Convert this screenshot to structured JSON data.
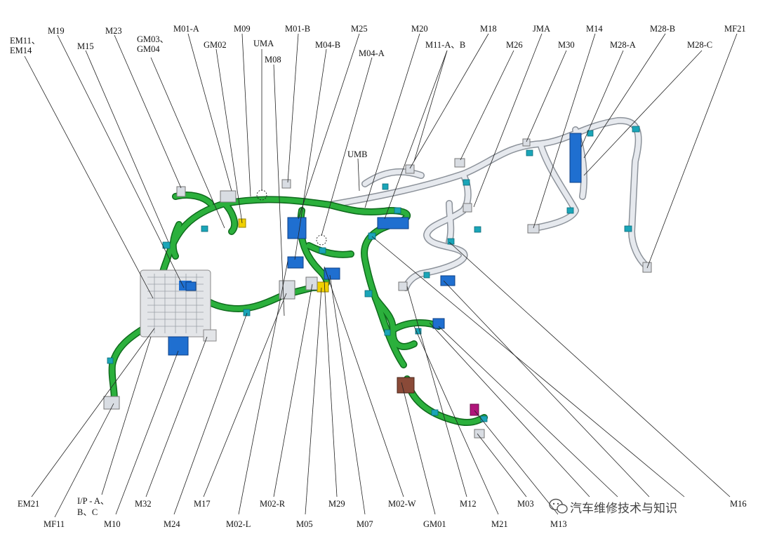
{
  "top_labels": [
    {
      "id": "em11",
      "lines": [
        "EM11、",
        "EM14"
      ]
    },
    {
      "id": "m19",
      "lines": [
        "M19"
      ]
    },
    {
      "id": "m15",
      "lines": [
        "M15"
      ]
    },
    {
      "id": "m23",
      "lines": [
        "M23"
      ]
    },
    {
      "id": "gm03",
      "lines": [
        "GM03、",
        "GM04"
      ]
    },
    {
      "id": "m01a",
      "lines": [
        "M01-A"
      ]
    },
    {
      "id": "gm02",
      "lines": [
        "GM02"
      ]
    },
    {
      "id": "m09",
      "lines": [
        "M09"
      ]
    },
    {
      "id": "uma",
      "lines": [
        "UMA"
      ]
    },
    {
      "id": "m08",
      "lines": [
        "M08"
      ]
    },
    {
      "id": "m01b",
      "lines": [
        "M01-B"
      ]
    },
    {
      "id": "m04b",
      "lines": [
        "M04-B"
      ]
    },
    {
      "id": "m25",
      "lines": [
        "M25"
      ]
    },
    {
      "id": "m04a",
      "lines": [
        "M04-A"
      ]
    },
    {
      "id": "umb",
      "lines": [
        "UMB"
      ]
    },
    {
      "id": "m20",
      "lines": [
        "M20"
      ]
    },
    {
      "id": "m11ab",
      "lines": [
        "M11-A、B"
      ]
    },
    {
      "id": "m18",
      "lines": [
        "M18"
      ]
    },
    {
      "id": "m26",
      "lines": [
        "M26"
      ]
    },
    {
      "id": "jma",
      "lines": [
        "JMA"
      ]
    },
    {
      "id": "m30",
      "lines": [
        "M30"
      ]
    },
    {
      "id": "m14",
      "lines": [
        "M14"
      ]
    },
    {
      "id": "m28a",
      "lines": [
        "M28-A"
      ]
    },
    {
      "id": "m28b",
      "lines": [
        "M28-B"
      ]
    },
    {
      "id": "m28c",
      "lines": [
        "M28-C"
      ]
    },
    {
      "id": "mf21",
      "lines": [
        "MF21"
      ]
    }
  ],
  "bottom_labels": [
    {
      "id": "em21",
      "lines": [
        "EM21"
      ]
    },
    {
      "id": "mf11",
      "lines": [
        "MF11"
      ]
    },
    {
      "id": "ip",
      "lines": [
        "I/P - A、",
        "B、C"
      ]
    },
    {
      "id": "m10",
      "lines": [
        "M10"
      ]
    },
    {
      "id": "m32",
      "lines": [
        "M32"
      ]
    },
    {
      "id": "m24",
      "lines": [
        "M24"
      ]
    },
    {
      "id": "m17",
      "lines": [
        "M17"
      ]
    },
    {
      "id": "m02l",
      "lines": [
        "M02-L"
      ]
    },
    {
      "id": "m02r",
      "lines": [
        "M02-R"
      ]
    },
    {
      "id": "m05",
      "lines": [
        "M05"
      ]
    },
    {
      "id": "m29",
      "lines": [
        "M29"
      ]
    },
    {
      "id": "m07",
      "lines": [
        "M07"
      ]
    },
    {
      "id": "m02w",
      "lines": [
        "M02-W"
      ]
    },
    {
      "id": "gm01",
      "lines": [
        "GM01"
      ]
    },
    {
      "id": "m12",
      "lines": [
        "M12"
      ]
    },
    {
      "id": "m21",
      "lines": [
        "M21"
      ]
    },
    {
      "id": "m03",
      "lines": [
        "M03"
      ]
    },
    {
      "id": "m13",
      "lines": [
        "M13"
      ]
    },
    {
      "id": "m16",
      "lines": [
        "M16"
      ]
    }
  ],
  "watermark": "汽车维修技术与知识",
  "colors": {
    "harness_green": "#1e9a2e",
    "harness_grey": "#d9dde3",
    "connector_blue": "#1f6fd0",
    "clip_teal": "#1aa5b8",
    "connector_yellow": "#f0d000",
    "connector_magenta": "#b0157a",
    "connector_brown": "#8a4a38"
  },
  "icons": [
    "wechat-icon"
  ]
}
